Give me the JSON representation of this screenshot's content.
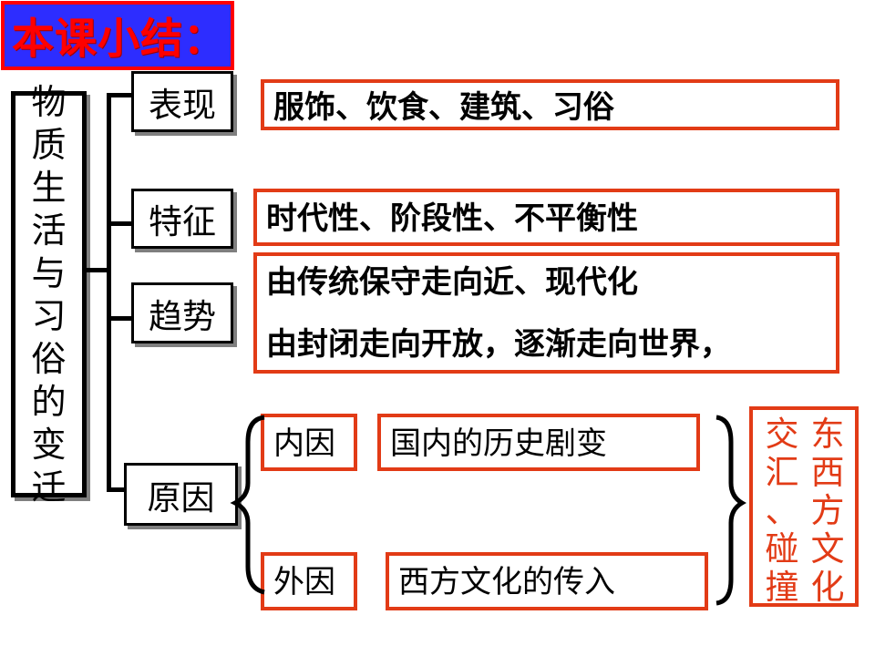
{
  "title": "本课小结：",
  "topic": "物质生活与习俗的变迁",
  "categories": {
    "manifestation": "表现",
    "feature": "特征",
    "trend": "趋势",
    "cause": "原因"
  },
  "contents": {
    "manifestation": "服饰、饮食、建筑、习俗",
    "feature": "时代性、阶段性、不平衡性",
    "trend_line1": "由传统保守走向近、现代化",
    "trend_line2": "由封闭走向开放，逐渐走向世界，"
  },
  "causes": {
    "internal_label": "内因",
    "internal_text": "国内的历史剧变",
    "external_label": "外因",
    "external_text": "西方文化的传入"
  },
  "conclusion": {
    "col1": "东西方文化",
    "col2": "交汇、碰撞"
  },
  "colors": {
    "title_bg": "#2d2dff",
    "accent_red": "#e23b16",
    "title_red": "#ff0000"
  }
}
